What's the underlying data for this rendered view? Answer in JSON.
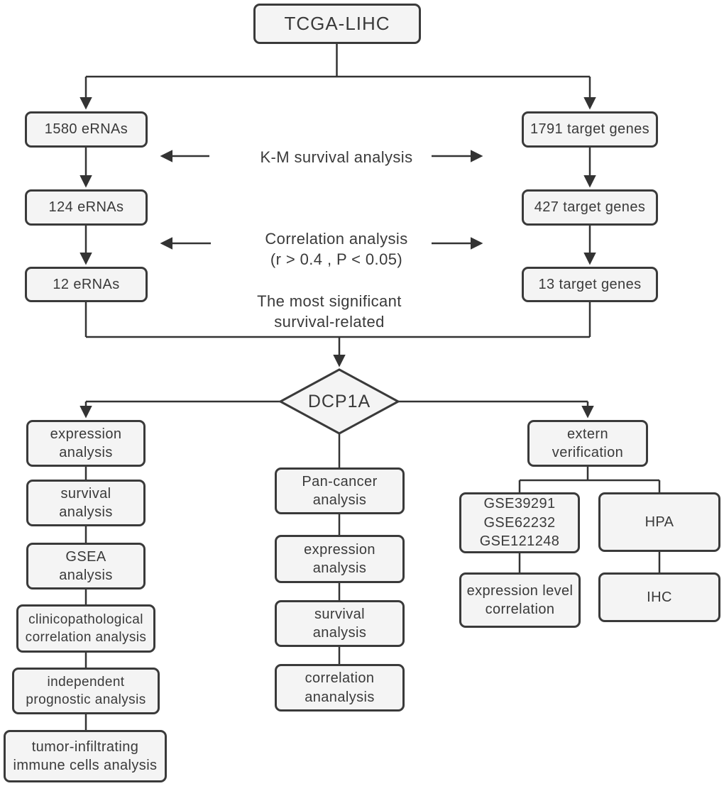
{
  "colors": {
    "box_fill": "#f4f4f4",
    "box_border": "#3a3a3a",
    "line": "#333333",
    "text": "#3a3a3a"
  },
  "source_box": "TCGA-LIHC",
  "erna_chain": {
    "box1": "1580 eRNAs",
    "box2": "124 eRNAs",
    "box3": "12 eRNAs"
  },
  "target_gene_chain": {
    "box1": "1791 target genes",
    "box2": "427 target genes",
    "box3": "13 target genes"
  },
  "middle_labels": {
    "km": "K-M survival analysis",
    "correlation": "Correlation analysis\n(r > 0.4 , P < 0.05)",
    "most_significant": "The most significant\nsurvival-related"
  },
  "decision": "DCP1A",
  "left_column": {
    "box1": "expression\nanalysis",
    "box2": "survival\nanalysis",
    "box3": "GSEA\nanalysis",
    "box4": "clinicopathological\ncorrelation analysis",
    "box5": "independent\nprognostic analysis",
    "box6": "tumor-infiltrating\nimmune cells analysis"
  },
  "middle_column": {
    "box1": "Pan-cancer\nanalysis",
    "box2": "expression\nanalysis",
    "box3": "survival\nanalysis",
    "box4": "correlation\nananalysis"
  },
  "right_column": {
    "root": "extern\nverification",
    "datasets": "GSE39291\nGSE62232\nGSE121248",
    "hpa": "HPA",
    "datasets_child": "expression level\ncorrelation",
    "hpa_child": "IHC"
  }
}
